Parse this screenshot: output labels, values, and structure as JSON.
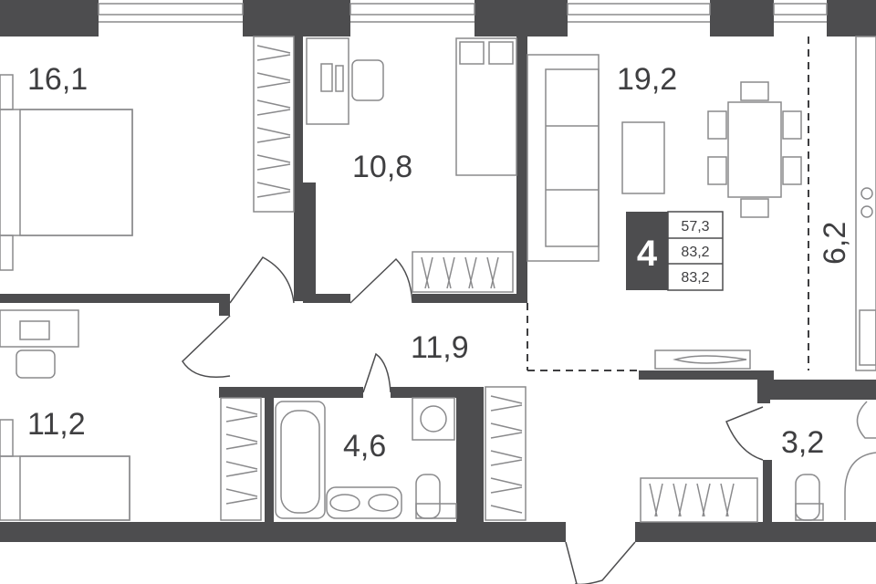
{
  "rooms": {
    "bedroom_main": "16,1",
    "bedroom_small": "10,8",
    "living": "19,2",
    "kitchen": "6,2",
    "bedroom_left": "11,2",
    "hall": "11,9",
    "bathroom": "4,6",
    "wc": "3,2"
  },
  "info": {
    "rooms_count": "4",
    "areas": [
      "57,3",
      "83,2",
      "83,2"
    ]
  },
  "colors": {
    "wall": "#4d4d4f",
    "line": "#8a8a8c",
    "text": "#3f3f41",
    "window": "#e6e6e6"
  }
}
